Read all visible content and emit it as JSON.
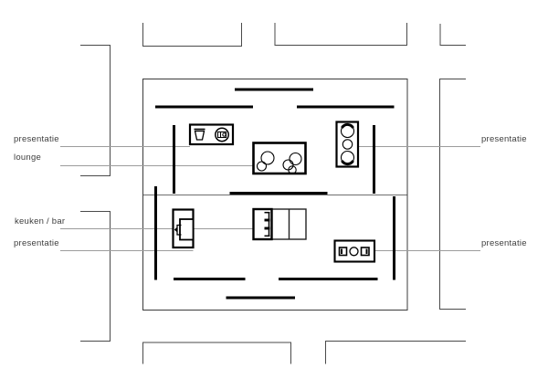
{
  "plan": {
    "kind": "floor-plan",
    "labels": {
      "left": [
        {
          "text": "presentatie"
        },
        {
          "text": "lounge"
        },
        {
          "text": "keuken / bar"
        },
        {
          "text": "presentatie"
        }
      ],
      "right": [
        {
          "text": "presentatie"
        },
        {
          "text": "presentatie"
        }
      ]
    },
    "icons": {
      "kitchenette": [
        "cup-icon",
        "coffee-machine-icon"
      ],
      "lounge": [
        "lounge-chairs-icon"
      ],
      "presentation_right": [
        "seat-row-icon"
      ],
      "bar": [
        "bar-stool-icon"
      ],
      "kitchen": [
        "sink-faucet-icon"
      ],
      "display": [
        "display-objects-icon"
      ]
    },
    "colors": {
      "wall": "#000000",
      "building_outline": "#3b3b3b",
      "context_lines": "#4a4a4a",
      "leader_lines": "#9c9c9c",
      "label_text": "#3d3d3d",
      "background": "#ffffff"
    }
  }
}
